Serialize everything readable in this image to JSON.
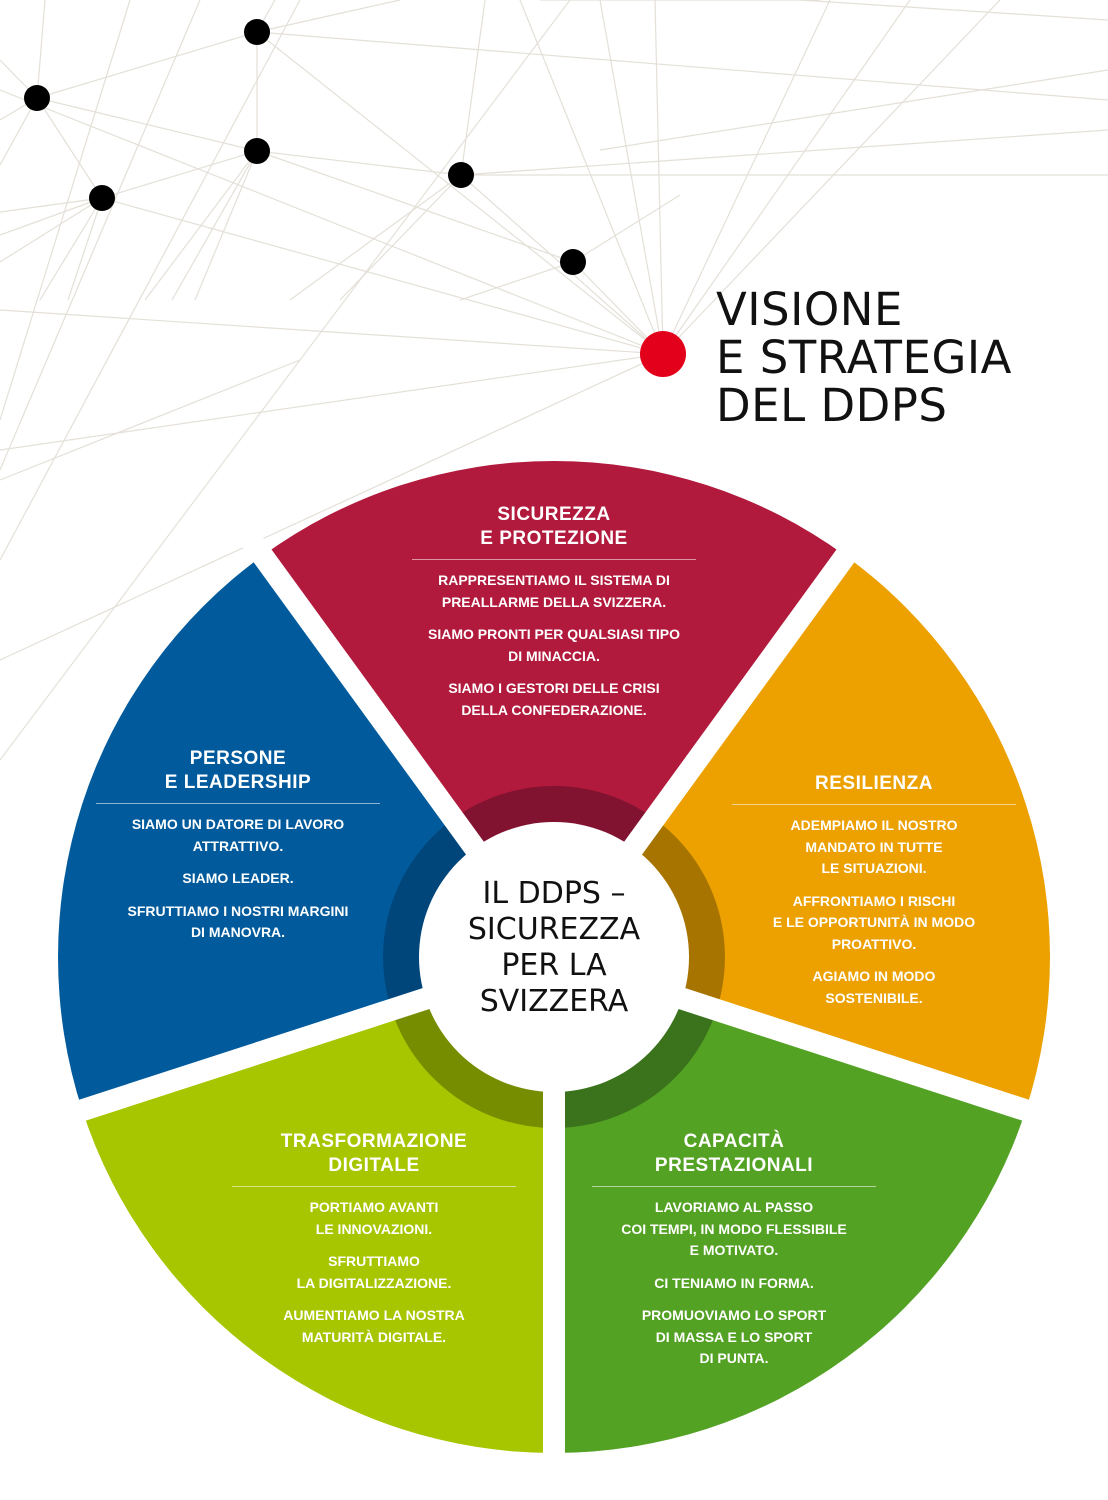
{
  "title": {
    "lines": [
      "VISIONE",
      "E STRATEGIA",
      "DEL DDPS"
    ]
  },
  "center": {
    "lines": [
      "IL DDPS –",
      "SICUREZZA",
      "PER LA",
      "SVIZZERA"
    ]
  },
  "colors": {
    "red": "#b11a3c",
    "red_ring": "#811330",
    "orange": "#eca100",
    "orange_ring": "#a87400",
    "green": "#53a224",
    "green_ring": "#3a731b",
    "lime": "#a7c600",
    "lime_ring": "#778d00",
    "blue": "#005a9c",
    "blue_ring": "#00467b",
    "accent_dot": "#e2001a",
    "network_dot": "#000000",
    "network_line": "#e4e0d8"
  },
  "segments": {
    "sicurezza": {
      "heading": [
        "SICUREZZA",
        "E PROTEZIONE"
      ],
      "items": [
        [
          "RAPPRESENTIAMO IL SISTEMA DI",
          "PREALLARME DELLA SVIZZERA."
        ],
        [
          "SIAMO PRONTI PER QUALSIASI TIPO",
          "DI MINACCIA."
        ],
        [
          "SIAMO I GESTORI DELLE CRISI",
          "DELLA CONFEDERAZIONE."
        ]
      ]
    },
    "resilienza": {
      "heading": [
        "RESILIENZA"
      ],
      "items": [
        [
          "ADEMPIAMO IL NOSTRO",
          "MANDATO IN TUTTE",
          "LE SITUAZIONI."
        ],
        [
          "AFFRONTIAMO I RISCHI",
          "E LE OPPORTUNITÀ IN MODO",
          "PROATTIVO."
        ],
        [
          "AGIAMO IN MODO",
          "SOSTENIBILE."
        ]
      ]
    },
    "capacita": {
      "heading": [
        "CAPACITÀ",
        "PRESTAZIONALI"
      ],
      "items": [
        [
          "LAVORIAMO AL PASSO",
          "COI TEMPI, IN MODO FLESSIBILE",
          "E MOTIVATO."
        ],
        [
          "CI TENIAMO IN FORMA."
        ],
        [
          "PROMUOVIAMO LO SPORT",
          "DI MASSA E LO SPORT",
          "DI PUNTA."
        ]
      ]
    },
    "trasformazione": {
      "heading": [
        "TRASFORMAZIONE",
        "DIGITALE"
      ],
      "items": [
        [
          "PORTIAMO AVANTI",
          "LE INNOVAZIONI."
        ],
        [
          "SFRUTTIAMO",
          "LA DIGITALIZZAZIONE."
        ],
        [
          "AUMENTIAMO LA NOSTRA",
          "MATURITÀ DIGITALE."
        ]
      ]
    },
    "persone": {
      "heading": [
        "PERSONE",
        "E LEADERSHIP"
      ],
      "items": [
        [
          "SIAMO UN DATORE DI LAVORO",
          "ATTRATTIVO."
        ],
        [
          "SIAMO LEADER."
        ],
        [
          "SFRUTTIAMO I NOSTRI MARGINI",
          "DI MANOVRA."
        ]
      ]
    }
  }
}
